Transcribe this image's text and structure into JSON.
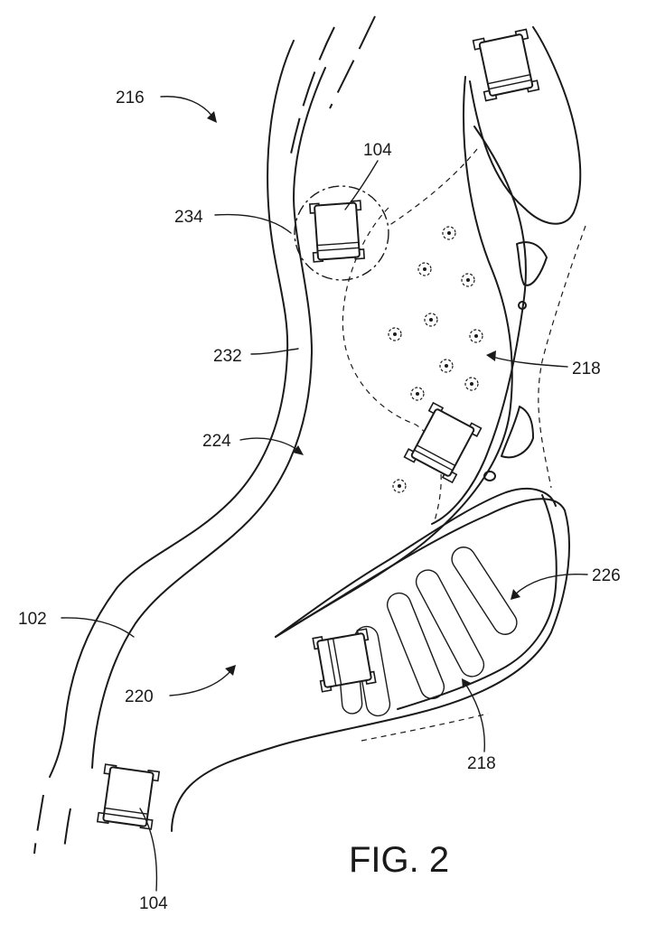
{
  "figure": {
    "caption": "FIG. 2",
    "labels": {
      "r216": "216",
      "r104_top": "104",
      "r234": "234",
      "r232": "232",
      "r224": "224",
      "r218_right": "218",
      "r226": "226",
      "r102": "102",
      "r220": "220",
      "r218_bottom": "218",
      "r104_bottom": "104"
    }
  }
}
